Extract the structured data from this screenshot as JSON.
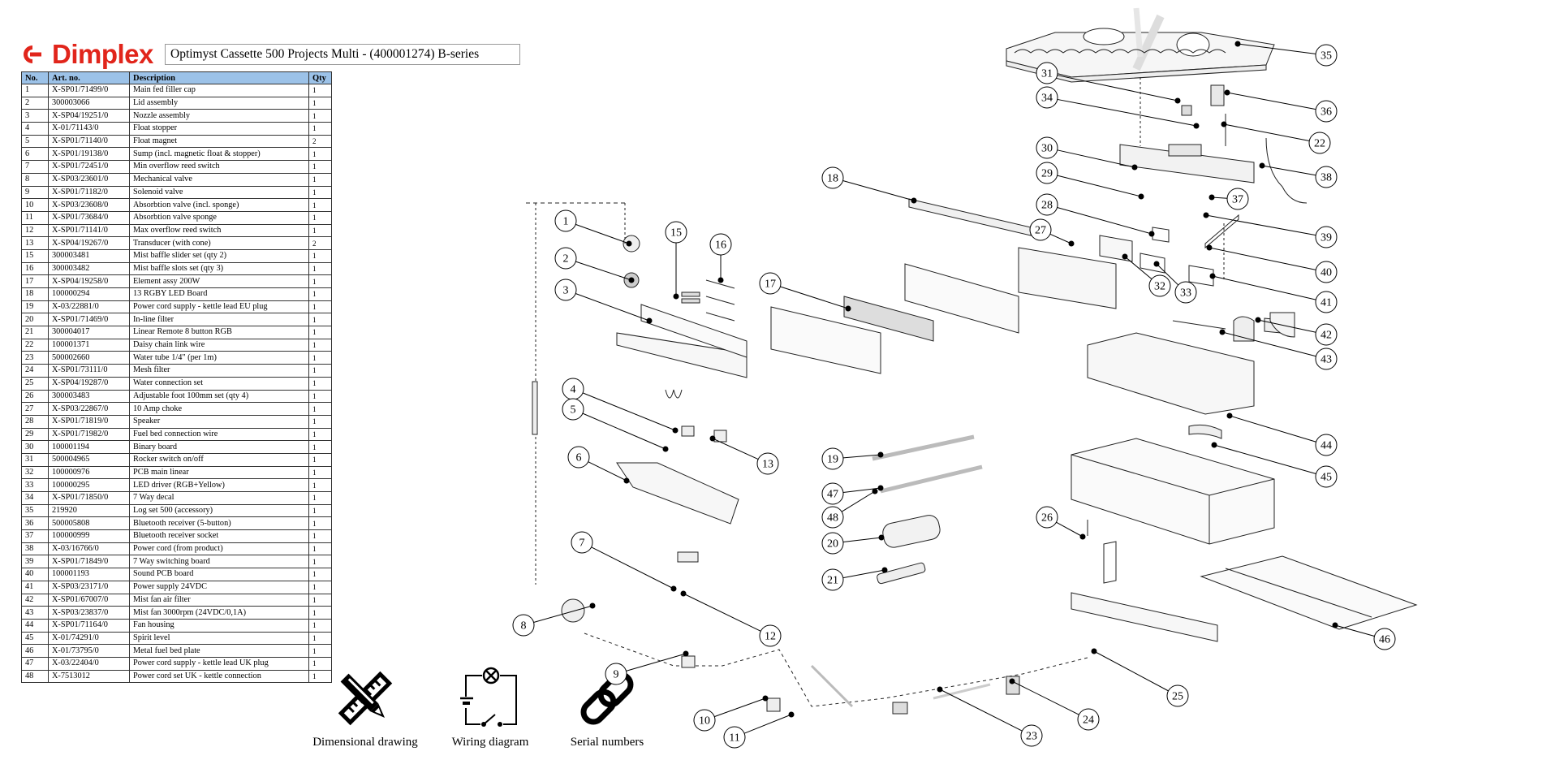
{
  "brand": {
    "name": "Dimplex",
    "color": "#e1251b"
  },
  "document_title": "Optimyst Cassette 500 Projects Multi - (400001274) B-series",
  "parts_table": {
    "header_color": "#9cc2e8",
    "columns": [
      "No.",
      "Art. no.",
      "Description",
      "Qty"
    ],
    "rows": [
      [
        "1",
        "X-SP01/71499/0",
        "Main fed filler cap",
        "1"
      ],
      [
        "2",
        "300003066",
        "Lid assembly",
        "1"
      ],
      [
        "3",
        "X-SP04/19251/0",
        "Nozzle assembly",
        "1"
      ],
      [
        "4",
        "X-01/71143/0",
        "Float stopper",
        "1"
      ],
      [
        "5",
        "X-SP01/71140/0",
        "Float magnet",
        "2"
      ],
      [
        "6",
        "X-SP01/19138/0",
        "Sump (incl. magnetic float & stopper)",
        "1"
      ],
      [
        "7",
        "X-SP01/72451/0",
        "Min overflow reed switch",
        "1"
      ],
      [
        "8",
        "X-SP03/23601/0",
        "Mechanical valve",
        "1"
      ],
      [
        "9",
        "X-SP01/71182/0",
        "Solenoid valve",
        "1"
      ],
      [
        "10",
        "X-SP03/23608/0",
        "Absorbtion valve (incl. sponge)",
        "1"
      ],
      [
        "11",
        "X-SP01/73684/0",
        "Absorbtion valve sponge",
        "1"
      ],
      [
        "12",
        "X-SP01/71141/0",
        "Max overflow reed switch",
        "1"
      ],
      [
        "13",
        "X-SP04/19267/0",
        "Transducer (with cone)",
        "2"
      ],
      [
        "15",
        "300003481",
        "Mist baffle slider set (qty 2)",
        "1"
      ],
      [
        "16",
        "300003482",
        "Mist baffle slots set (qty 3)",
        "1"
      ],
      [
        "17",
        "X-SP04/19258/0",
        "Element assy 200W",
        "1"
      ],
      [
        "18",
        "100000294",
        "13 RGBY LED Board",
        "1"
      ],
      [
        "19",
        "X-03/22881/0",
        "Power cord supply - kettle lead EU plug",
        "1"
      ],
      [
        "20",
        "X-SP01/71469/0",
        "In-line filter",
        "1"
      ],
      [
        "21",
        "300004017",
        "Linear Remote 8 button RGB",
        "1"
      ],
      [
        "22",
        "100001371",
        "Daisy chain link wire",
        "1"
      ],
      [
        "23",
        "500002660",
        "Water tube 1/4\" (per 1m)",
        "1"
      ],
      [
        "24",
        "X-SP01/73111/0",
        "Mesh filter",
        "1"
      ],
      [
        "25",
        "X-SP04/19287/0",
        "Water connection set",
        "1"
      ],
      [
        "26",
        "300003483",
        "Adjustable foot 100mm set (qty 4)",
        "1"
      ],
      [
        "27",
        "X-SP03/22867/0",
        "10 Amp choke",
        "1"
      ],
      [
        "28",
        "X-SP01/71819/0",
        "Speaker",
        "1"
      ],
      [
        "29",
        "X-SP01/71982/0",
        "Fuel bed connection wire",
        "1"
      ],
      [
        "30",
        "100001194",
        "Binary board",
        "1"
      ],
      [
        "31",
        "500004965",
        "Rocker switch on/off",
        "1"
      ],
      [
        "32",
        "100000976",
        "PCB main linear",
        "1"
      ],
      [
        "33",
        "100000295",
        "LED driver (RGB+Yellow)",
        "1"
      ],
      [
        "34",
        "X-SP01/71850/0",
        "7 Way decal",
        "1"
      ],
      [
        "35",
        "219920",
        "Log set 500 (accessory)",
        "1"
      ],
      [
        "36",
        "500005808",
        "Bluetooth receiver (5-button)",
        "1"
      ],
      [
        "37",
        "100000999",
        "Bluetooth receiver socket",
        "1"
      ],
      [
        "38",
        "X-03/16766/0",
        "Power cord (from product)",
        "1"
      ],
      [
        "39",
        "X-SP01/71849/0",
        "7 Way switching board",
        "1"
      ],
      [
        "40",
        "100001193",
        "Sound PCB board",
        "1"
      ],
      [
        "41",
        "X-SP03/23171/0",
        "Power supply 24VDC",
        "1"
      ],
      [
        "42",
        "X-SP01/67007/0",
        "Mist fan air filter",
        "1"
      ],
      [
        "43",
        "X-SP03/23837/0",
        "Mist fan 3000rpm (24VDC/0,1A)",
        "1"
      ],
      [
        "44",
        "X-SP01/71164/0",
        "Fan housing",
        "1"
      ],
      [
        "45",
        "X-01/74291/0",
        "Spirit level",
        "1"
      ],
      [
        "46",
        "X-01/73795/0",
        "Metal fuel bed plate",
        "1"
      ],
      [
        "47",
        "X-03/22404/0",
        "Power cord supply - kettle lead UK plug",
        "1"
      ],
      [
        "48",
        "X-7513012",
        "Power cord set UK - kettle connection",
        "1"
      ]
    ]
  },
  "links": [
    {
      "label": "Dimensional drawing",
      "icon": "ruler-pencil-icon"
    },
    {
      "label": "Wiring diagram",
      "icon": "circuit-icon"
    },
    {
      "label": "Serial numbers",
      "icon": "chain-link-icon"
    }
  ],
  "callouts": [
    "1",
    "2",
    "3",
    "4",
    "5",
    "6",
    "7",
    "8",
    "9",
    "10",
    "11",
    "12",
    "13",
    "15",
    "16",
    "17",
    "18",
    "19",
    "20",
    "21",
    "22",
    "23",
    "24",
    "25",
    "26",
    "27",
    "28",
    "29",
    "30",
    "31",
    "32",
    "33",
    "34",
    "35",
    "36",
    "37",
    "38",
    "39",
    "40",
    "41",
    "42",
    "43",
    "44",
    "45",
    "46",
    "47",
    "48"
  ]
}
